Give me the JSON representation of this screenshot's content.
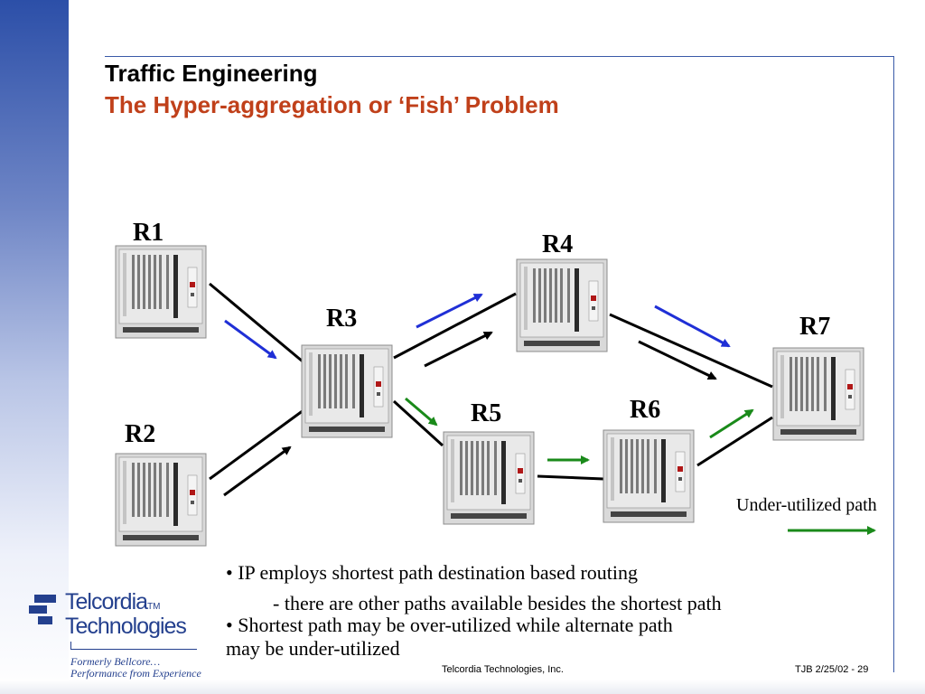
{
  "slide": {
    "title": "Traffic Engineering",
    "subtitle": "The Hyper-aggregation or ‘Fish’ Problem"
  },
  "routers": [
    {
      "id": "r1",
      "label": "R1"
    },
    {
      "id": "r2",
      "label": "R2"
    },
    {
      "id": "r3",
      "label": "R3"
    },
    {
      "id": "r4",
      "label": "R4"
    },
    {
      "id": "r5",
      "label": "R5"
    },
    {
      "id": "r6",
      "label": "R6"
    },
    {
      "id": "r7",
      "label": "R7"
    }
  ],
  "legend": {
    "label": "Under-utilized path",
    "color": "#1a8a1a"
  },
  "colors": {
    "link": "#000000",
    "traffic_blue": "#1f2fd6",
    "traffic_black": "#000000",
    "traffic_green": "#1a8a1a",
    "subtitle": "#c0401a",
    "logo": "#24408e"
  },
  "bullets": {
    "b1": "• IP employs shortest path destination based routing",
    "b1_sub": "- there are other paths available besides the shortest path",
    "b2_line1": "• Shortest path may be over-utilized while alternate path",
    "b2_line2": "may be under-utilized"
  },
  "logo": {
    "name_line1": "Telcordia",
    "tm": "TM",
    "name_line2": "Technologies",
    "tagline1": "Formerly Bellcore…",
    "tagline2": "Performance from Experience",
    "icon": "telcordia-logo-icon"
  },
  "footer": {
    "company": "Telcordia Technologies, Inc.",
    "slide_ref": "TJB 2/25/02 - 29"
  }
}
